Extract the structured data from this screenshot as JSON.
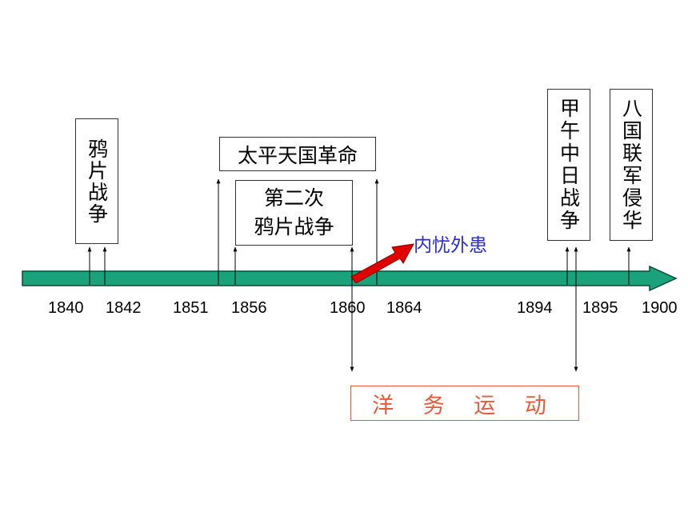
{
  "events": {
    "opium_war": "鸦片战争",
    "taiping": "太平天国革命",
    "second_opium_war_line1": "第二次",
    "second_opium_war_line2": "鸦片战争",
    "sino_japanese_war": "甲午中日战争",
    "eight_nation_alliance": "八国联军侵华",
    "self_strengthening": "洋 务 运 动",
    "domestic_foreign_troubles": "内忧外患"
  },
  "years": [
    "1840",
    "1842",
    "1851",
    "1856",
    "1860",
    "1864",
    "1894",
    "1895",
    "1900"
  ],
  "colors": {
    "timeline_fill": "#1aa37a",
    "timeline_border": "#0b4a3a",
    "red_arrow": "#e00000",
    "yangwu_text": "#e65a3c",
    "neiyou_text": "#2b2bd6"
  }
}
